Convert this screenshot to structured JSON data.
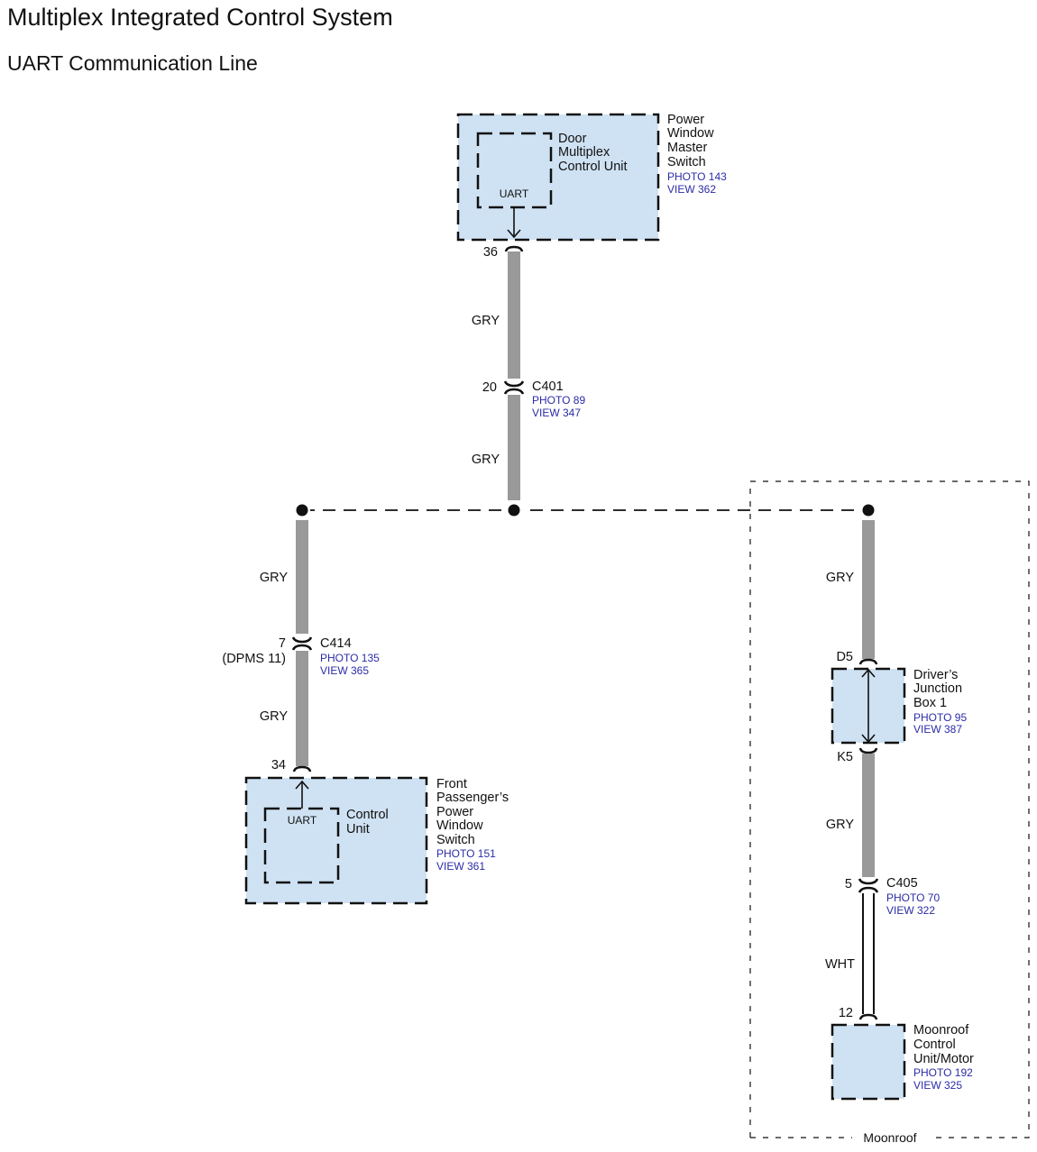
{
  "header": {
    "title": "Multiplex Integrated Control System",
    "subtitle": "UART Communication Line"
  },
  "colors": {
    "component_fill": "#cfe2f3",
    "wire_gray": "#999999",
    "reference_text": "#2b2ba8"
  },
  "components": {
    "power_window_master_switch": {
      "name_lines": [
        "Power",
        "Window",
        "Master",
        "Switch"
      ],
      "photo": "PHOTO 143",
      "view": "VIEW 362",
      "inner": {
        "name_lines": [
          "Door",
          "Multiplex",
          "Control Unit"
        ],
        "port": "UART"
      },
      "pin": "36"
    },
    "front_passenger_power_window_switch": {
      "name_lines": [
        "Front",
        "Passenger’s",
        "Power",
        "Window",
        "Switch"
      ],
      "photo": "PHOTO 151",
      "view": "VIEW 361",
      "inner": {
        "name_lines": [
          "Control",
          "Unit"
        ],
        "port": "UART"
      },
      "pin": "34"
    },
    "drivers_junction_box": {
      "name_lines": [
        "Driver’s",
        "Junction",
        "Box 1"
      ],
      "photo": "PHOTO 95",
      "view": "VIEW 387",
      "pin_in": "D5",
      "pin_out": "K5"
    },
    "moonroof_control_unit": {
      "name_lines": [
        "Moonroof",
        "Control",
        "Unit/Motor"
      ],
      "photo": "PHOTO 192",
      "view": "VIEW 325",
      "pin": "12"
    }
  },
  "connectors": {
    "c401": {
      "id": "C401",
      "pin": "20",
      "photo": "PHOTO 89",
      "view": "VIEW 347"
    },
    "c414": {
      "id": "C414",
      "pin": "7",
      "pin_note": "(DPMS 11)",
      "photo": "PHOTO 135",
      "view": "VIEW 365"
    },
    "c405": {
      "id": "C405",
      "pin": "5",
      "photo": "PHOTO 70",
      "view": "VIEW 322"
    }
  },
  "wires": {
    "top_upper": "GRY",
    "top_lower": "GRY",
    "left_upper": "GRY",
    "left_lower": "GRY",
    "right_upper": "GRY",
    "right_middle": "GRY",
    "right_lower": "WHT"
  },
  "regions": {
    "moonroof_label": "Moonroof"
  }
}
